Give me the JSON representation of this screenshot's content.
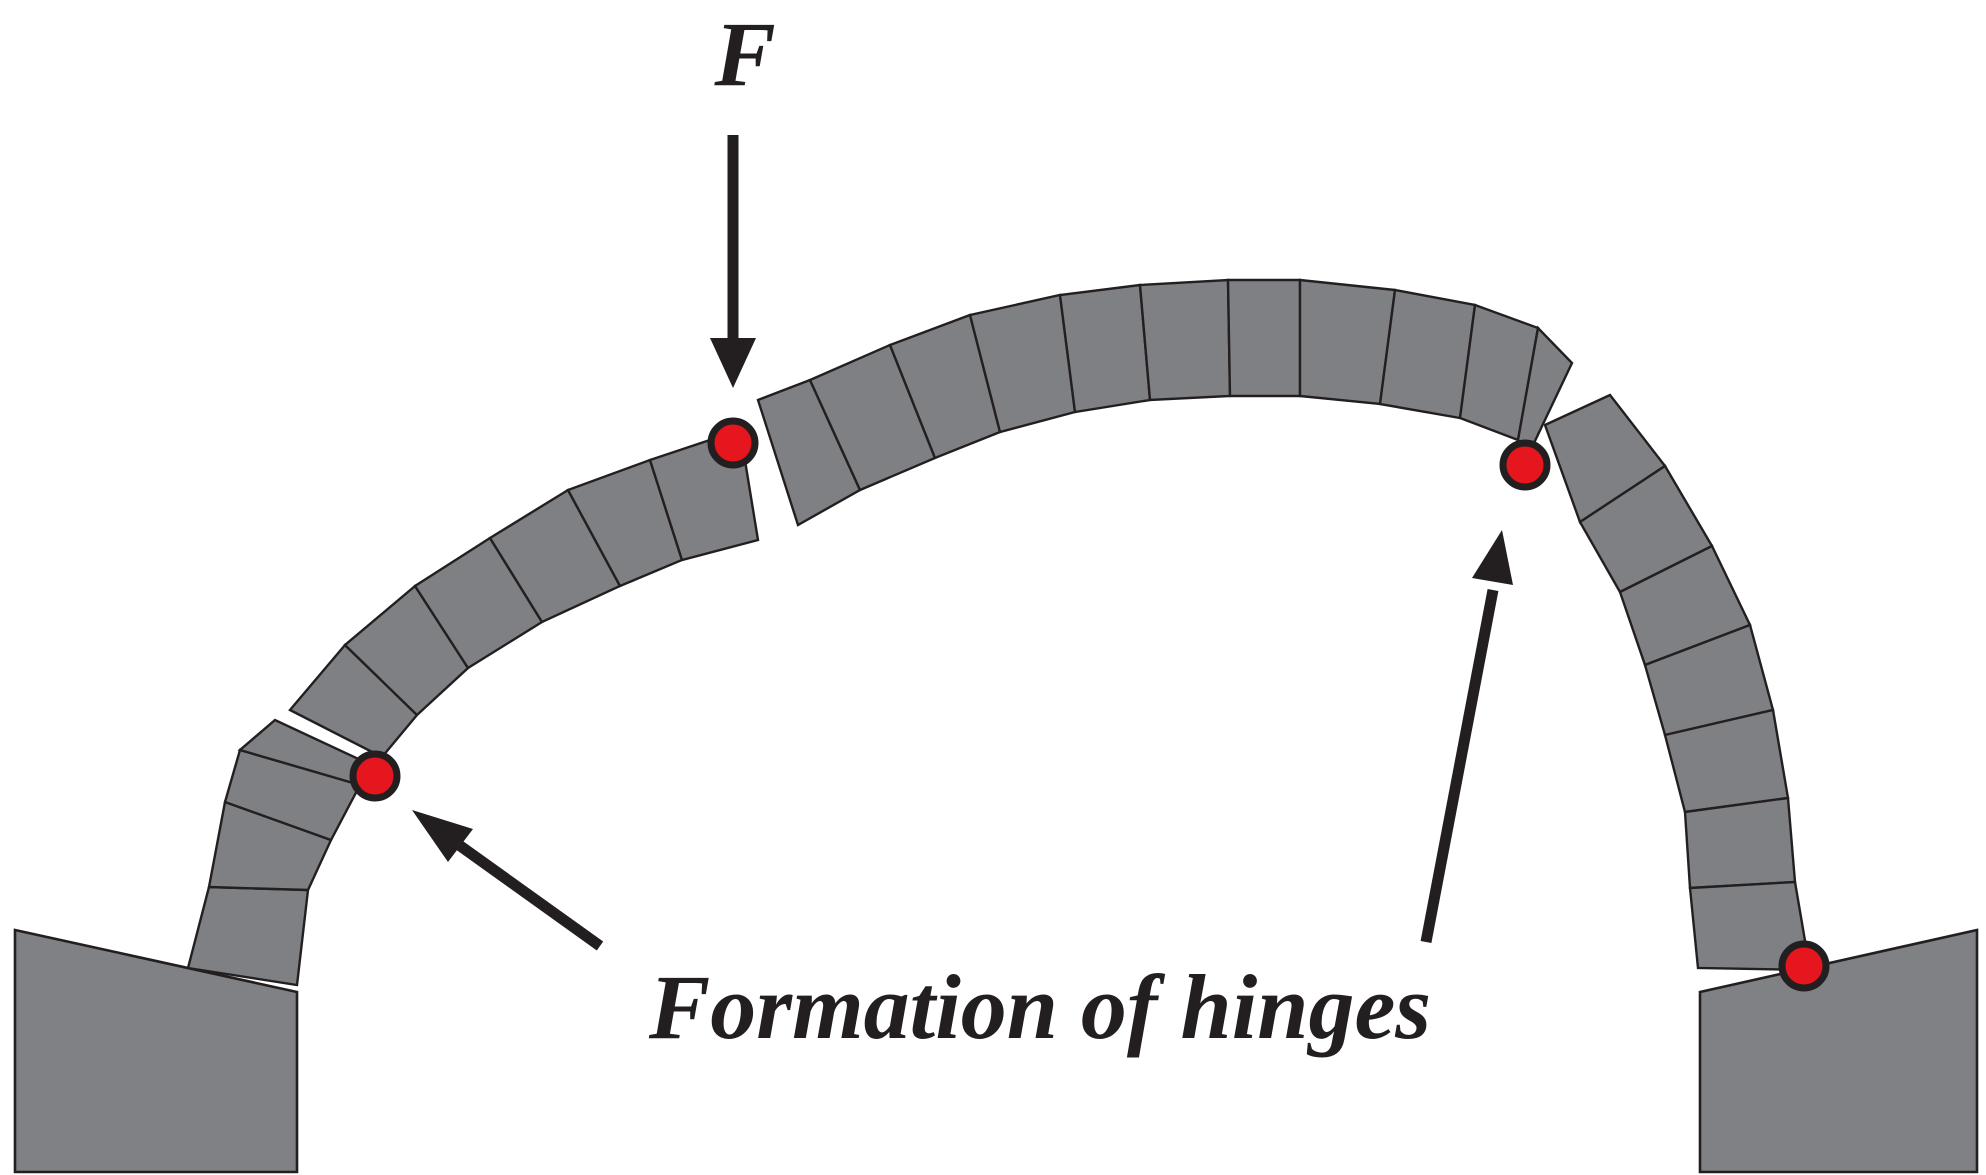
{
  "force_label": "F",
  "caption": "Formation of hinges",
  "colors": {
    "block_fill": "#7f8083",
    "outline": "#231f20",
    "hinge_fill": "#e5161e",
    "background": "#ffffff"
  },
  "hinge_count": 4
}
